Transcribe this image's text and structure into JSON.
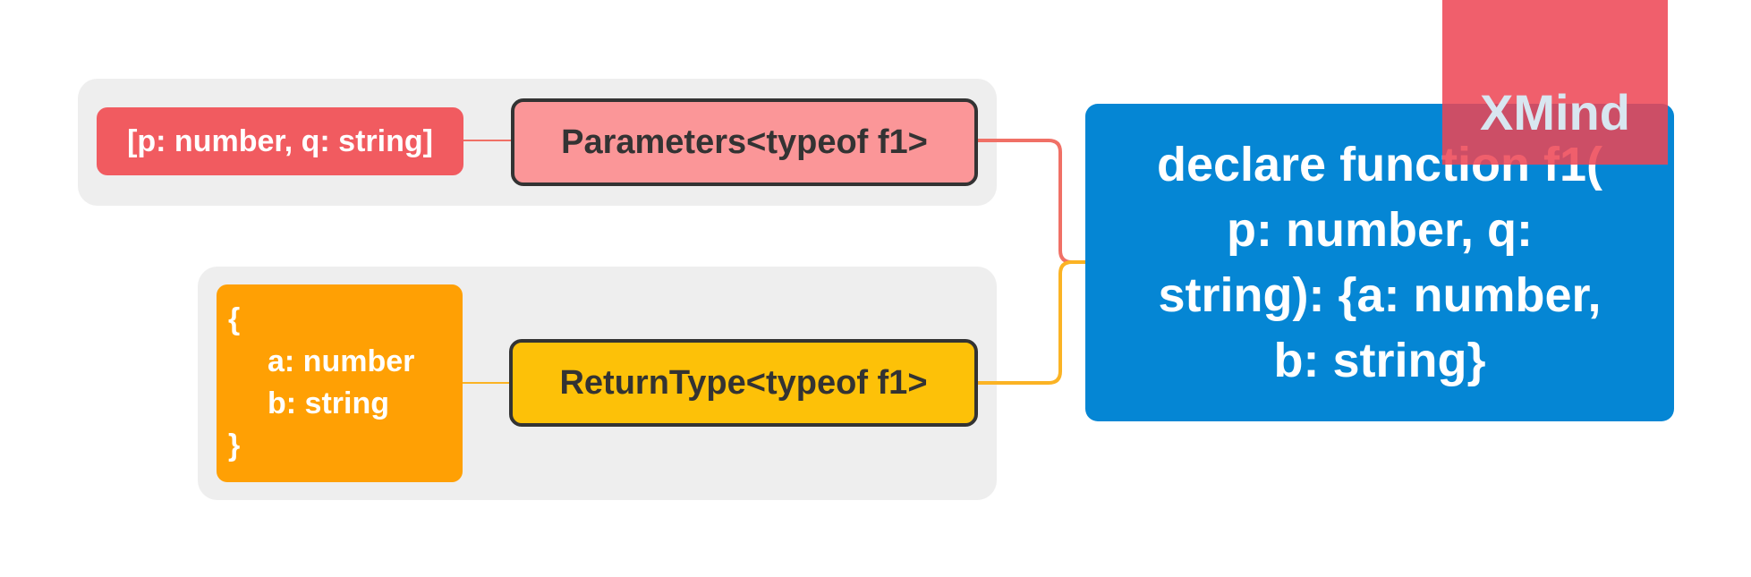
{
  "diagram": {
    "root": {
      "lines": [
        "declare function f1(",
        "p: number, q:",
        "string): {a: number,",
        "b: string}"
      ],
      "color": "#0586d4"
    },
    "branches": [
      {
        "label": "Parameters<typeof f1>",
        "color": "#fb9698",
        "line_color": "#f07066",
        "leaf": {
          "lines": [
            "[p: number, q: string]"
          ],
          "color": "#f15b60"
        }
      },
      {
        "label": "ReturnType<typeof f1>",
        "color": "#fdc108",
        "line_color": "#fbb324",
        "leaf": {
          "lines": [
            "{",
            "a: number",
            "b: string",
            "}"
          ],
          "color": "#ffa004"
        }
      }
    ]
  },
  "watermark": {
    "text": "XMind",
    "color": "#ee4554"
  }
}
